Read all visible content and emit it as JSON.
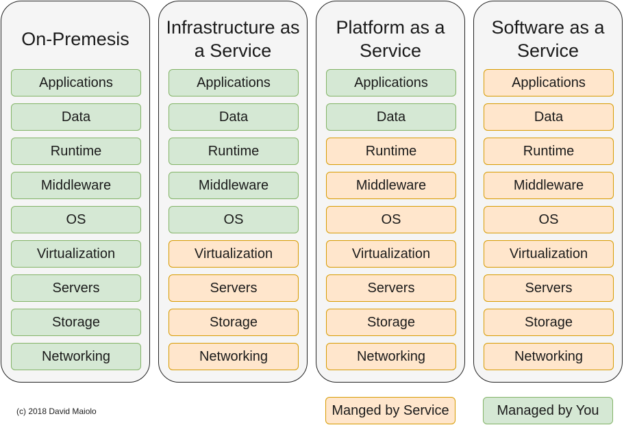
{
  "columns": [
    {
      "title": "On-Premesis",
      "layers": [
        {
          "label": "Applications",
          "managed_by": "you"
        },
        {
          "label": "Data",
          "managed_by": "you"
        },
        {
          "label": "Runtime",
          "managed_by": "you"
        },
        {
          "label": "Middleware",
          "managed_by": "you"
        },
        {
          "label": "OS",
          "managed_by": "you"
        },
        {
          "label": "Virtualization",
          "managed_by": "you"
        },
        {
          "label": "Servers",
          "managed_by": "you"
        },
        {
          "label": "Storage",
          "managed_by": "you"
        },
        {
          "label": "Networking",
          "managed_by": "you"
        }
      ]
    },
    {
      "title": "Infrastructure as a Service",
      "layers": [
        {
          "label": "Applications",
          "managed_by": "you"
        },
        {
          "label": "Data",
          "managed_by": "you"
        },
        {
          "label": "Runtime",
          "managed_by": "you"
        },
        {
          "label": "Middleware",
          "managed_by": "you"
        },
        {
          "label": "OS",
          "managed_by": "you"
        },
        {
          "label": "Virtualization",
          "managed_by": "service"
        },
        {
          "label": "Servers",
          "managed_by": "service"
        },
        {
          "label": "Storage",
          "managed_by": "service"
        },
        {
          "label": "Networking",
          "managed_by": "service"
        }
      ]
    },
    {
      "title": "Platform as a Service",
      "layers": [
        {
          "label": "Applications",
          "managed_by": "you"
        },
        {
          "label": "Data",
          "managed_by": "you"
        },
        {
          "label": "Runtime",
          "managed_by": "service"
        },
        {
          "label": "Middleware",
          "managed_by": "service"
        },
        {
          "label": "OS",
          "managed_by": "service"
        },
        {
          "label": "Virtualization",
          "managed_by": "service"
        },
        {
          "label": "Servers",
          "managed_by": "service"
        },
        {
          "label": "Storage",
          "managed_by": "service"
        },
        {
          "label": "Networking",
          "managed_by": "service"
        }
      ]
    },
    {
      "title": "Software as a Service",
      "layers": [
        {
          "label": "Applications",
          "managed_by": "service"
        },
        {
          "label": "Data",
          "managed_by": "service"
        },
        {
          "label": "Runtime",
          "managed_by": "service"
        },
        {
          "label": "Middleware",
          "managed_by": "service"
        },
        {
          "label": "OS",
          "managed_by": "service"
        },
        {
          "label": "Virtualization",
          "managed_by": "service"
        },
        {
          "label": "Servers",
          "managed_by": "service"
        },
        {
          "label": "Storage",
          "managed_by": "service"
        },
        {
          "label": "Networking",
          "managed_by": "service"
        }
      ]
    }
  ],
  "legend": {
    "service_label": "Manged by Service",
    "you_label": "Managed by You"
  },
  "colors": {
    "managed_by_you_fill": "#d5e8d4",
    "managed_by_you_border": "#82b366",
    "managed_by_service_fill": "#ffe6cc",
    "managed_by_service_border": "#d79b00",
    "column_fill": "#f5f5f5"
  },
  "credit": "(c) 2018 David Maiolo"
}
